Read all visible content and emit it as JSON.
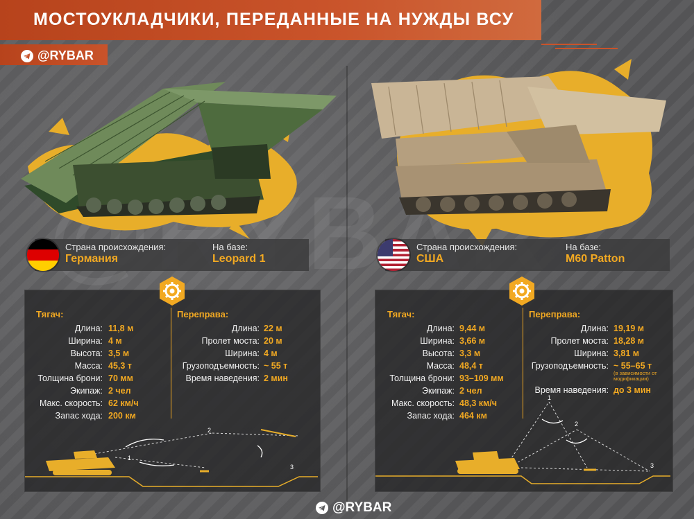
{
  "header": {
    "title": "МОСТОУКЛАДЧИКИ, ПЕРЕДАННЫЕ НА НУЖДЫ ВСУ",
    "brand": "@RYBAR"
  },
  "watermark": "@RYBAR",
  "footer": {
    "brand": "@RYBAR"
  },
  "colors": {
    "accent": "#f2a922",
    "header": "#c9532a",
    "panel": "#2c2c2e"
  },
  "left": {
    "origin_label": "Страна происхождения:",
    "origin_value": "Германия",
    "base_label": "На базе:",
    "base_value": "Leopard 1",
    "tractor_title": "Тягач:",
    "crossing_title": "Переправа:",
    "tractor": [
      {
        "label": "Длина:",
        "value": "11,8 м"
      },
      {
        "label": "Ширина:",
        "value": "4 м"
      },
      {
        "label": "Высота:",
        "value": "3,5 м"
      },
      {
        "label": "Масса:",
        "value": "45,3 т"
      },
      {
        "label": "Толщина брони:",
        "value": "70 мм"
      },
      {
        "label": "Экипаж:",
        "value": "2 чел"
      },
      {
        "label": "Макс. скорость:",
        "value": "62 км/ч"
      },
      {
        "label": "Запас хода:",
        "value": "200 км"
      }
    ],
    "crossing": [
      {
        "label": "Длина:",
        "value": "22 м"
      },
      {
        "label": "Пролет моста:",
        "value": "20 м"
      },
      {
        "label": "Ширина:",
        "value": "4 м"
      },
      {
        "label": "Грузоподъемность:",
        "value": "~ 55 т"
      },
      {
        "label": "Время наведения:",
        "value": "2 мин"
      }
    ],
    "diagram_steps": [
      "1",
      "2",
      "3"
    ]
  },
  "right": {
    "origin_label": "Страна происхождения:",
    "origin_value": "США",
    "base_label": "На базе:",
    "base_value": "M60 Patton",
    "tractor_title": "Тягач:",
    "crossing_title": "Переправа:",
    "tractor": [
      {
        "label": "Длина:",
        "value": "9,44 м"
      },
      {
        "label": "Ширина:",
        "value": "3,66 м"
      },
      {
        "label": "Высота:",
        "value": "3,3 м"
      },
      {
        "label": "Масса:",
        "value": "48,4 т"
      },
      {
        "label": "Толщина брони:",
        "value": "93–109 мм"
      },
      {
        "label": "Экипаж:",
        "value": "2 чел"
      },
      {
        "label": "Макс. скорость:",
        "value": "48,3 км/ч"
      },
      {
        "label": "Запас хода:",
        "value": "464 км"
      }
    ],
    "crossing": [
      {
        "label": "Длина:",
        "value": "19,19 м"
      },
      {
        "label": "Пролет моста:",
        "value": "18,28 м"
      },
      {
        "label": "Ширина:",
        "value": "3,81 м"
      },
      {
        "label": "Грузоподъемность:",
        "value": "~ 55–65 т"
      },
      {
        "label": "Время наведения:",
        "value": "до 3 мин"
      }
    ],
    "load_note": "(в зависимости от модификации)",
    "diagram_steps": [
      "1",
      "2",
      "3"
    ]
  }
}
